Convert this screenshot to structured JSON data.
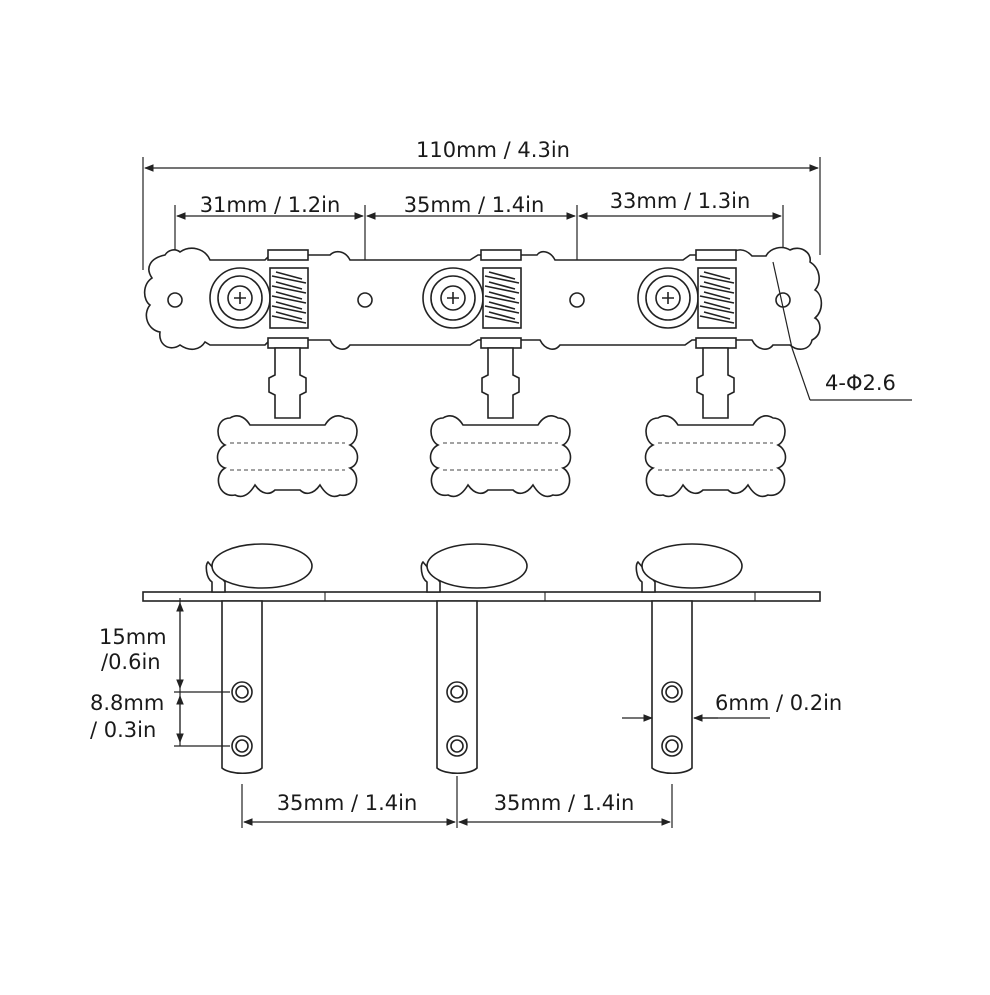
{
  "diagram": {
    "dimensions": {
      "overall_width": "110mm / 4.3in",
      "first_spacing": "31mm / 1.2in",
      "second_spacing": "35mm / 1.4in",
      "third_spacing": "33mm / 1.3in",
      "mount_holes": "4-Φ2.6",
      "post_height_line1": "15mm",
      "post_height_line2": "/0.6in",
      "hole_spacing_line1": "8.8mm",
      "hole_spacing_line2": "/ 0.3in",
      "post_diameter": "6mm / 0.2in",
      "post_spacing_left": "35mm / 1.4in",
      "post_spacing_right": "35mm / 1.4in"
    }
  }
}
